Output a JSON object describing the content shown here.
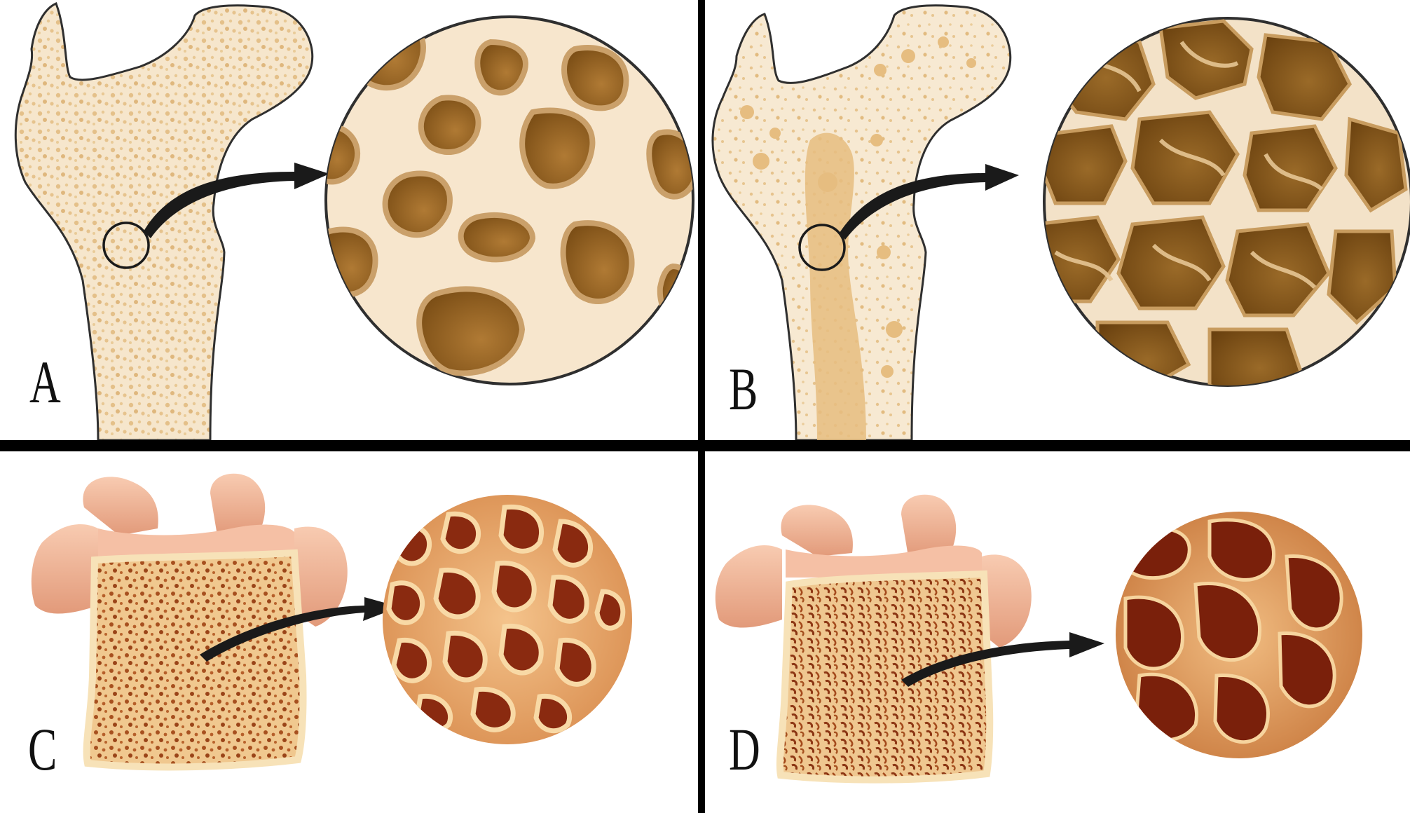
{
  "figure": {
    "panels": [
      {
        "id": "A",
        "label": "A",
        "bone": "femur",
        "condition": "normal"
      },
      {
        "id": "B",
        "label": "B",
        "bone": "femur",
        "condition": "porous"
      },
      {
        "id": "C",
        "label": "C",
        "bone": "vertebra",
        "condition": "normal"
      },
      {
        "id": "D",
        "label": "D",
        "bone": "vertebra",
        "condition": "porous"
      }
    ],
    "colors": {
      "bone_light": "#f6e6cc",
      "bone_outline": "#3a3a3a",
      "femur_spots": "#e2be88",
      "femur_pores": "#9c6b2a",
      "vertebra_pink": "#efb093",
      "vertebra_red": "#8b2a12",
      "arrow": "#1a1a1a",
      "divider": "#000000"
    },
    "icons": {
      "arrow": "curved-arrow-icon",
      "magnifier": "magnification-circle-icon"
    }
  }
}
